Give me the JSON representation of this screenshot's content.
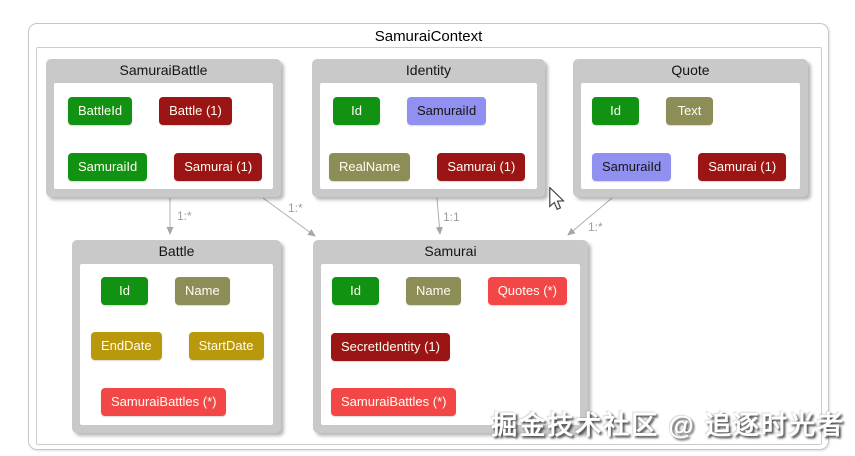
{
  "context": {
    "title": "SamuraiContext"
  },
  "watermark": "掘金技术社区 @ 追逐时光者",
  "colors": {
    "green": "#129212",
    "darkred": "#9c1515",
    "olive": "#8d8d57",
    "purple": "#9090f0",
    "gold": "#ba980c",
    "red": "#f34747",
    "box_gray": "#c9c9c9",
    "connector": "#b0b0b0",
    "label_gray": "#9e9e9e"
  },
  "entities": [
    {
      "name": "SamuraiBattle",
      "rows": [
        [
          {
            "label": "BattleId",
            "color": "green"
          },
          {
            "label": "Battle (1)",
            "color": "darkred"
          }
        ],
        [
          {
            "label": "SamuraiId",
            "color": "green"
          },
          {
            "label": "Samurai (1)",
            "color": "darkred"
          }
        ]
      ]
    },
    {
      "name": "Identity",
      "rows": [
        [
          {
            "label": "Id",
            "color": "green"
          },
          {
            "label": "SamuraiId",
            "color": "purple"
          }
        ],
        [
          {
            "label": "RealName",
            "color": "olive"
          },
          {
            "label": "Samurai (1)",
            "color": "darkred"
          }
        ]
      ]
    },
    {
      "name": "Quote",
      "rows": [
        [
          {
            "label": "Id",
            "color": "green"
          },
          {
            "label": "Text",
            "color": "olive"
          }
        ],
        [
          {
            "label": "SamuraiId",
            "color": "purple"
          },
          {
            "label": "Samurai (1)",
            "color": "darkred"
          }
        ]
      ]
    },
    {
      "name": "Battle",
      "rows": [
        [
          {
            "label": "Id",
            "color": "green"
          },
          {
            "label": "Name",
            "color": "olive"
          }
        ],
        [
          {
            "label": "EndDate",
            "color": "gold"
          },
          {
            "label": "StartDate",
            "color": "gold"
          }
        ],
        [
          {
            "label": "SamuraiBattles (*)",
            "color": "red"
          }
        ]
      ]
    },
    {
      "name": "Samurai",
      "rows": [
        [
          {
            "label": "Id",
            "color": "green"
          },
          {
            "label": "Name",
            "color": "olive"
          },
          {
            "label": "Quotes (*)",
            "color": "red"
          }
        ],
        [
          {
            "label": "SecretIdentity (1)",
            "color": "darkred"
          }
        ],
        [
          {
            "label": "SamuraiBattles (*)",
            "color": "red"
          }
        ]
      ]
    }
  ],
  "connectors": [
    {
      "from": "SamuraiBattle",
      "to": "Battle",
      "label": "1:*"
    },
    {
      "from": "SamuraiBattle",
      "to": "Samurai",
      "label": "1:*"
    },
    {
      "from": "Identity",
      "to": "Samurai",
      "label": "1:1"
    },
    {
      "from": "Quote",
      "to": "Samurai",
      "label": "1:*"
    }
  ]
}
